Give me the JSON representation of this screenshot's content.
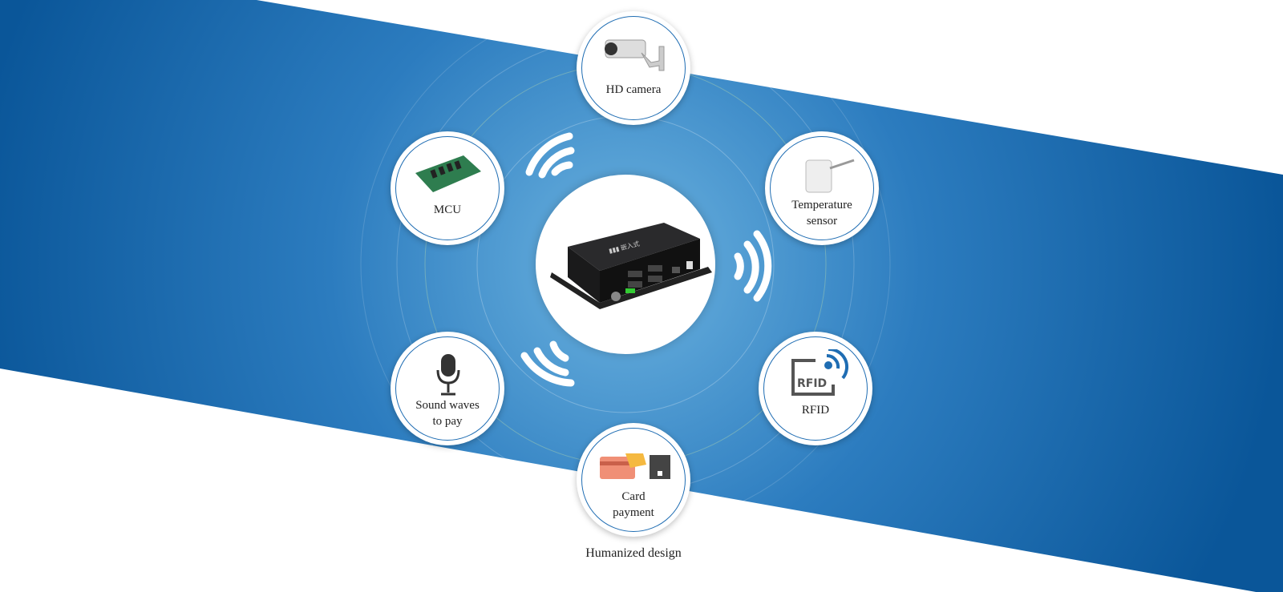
{
  "center": {
    "device": "serial-server-device"
  },
  "nodes": [
    {
      "id": "hd-camera",
      "label": "HD camera",
      "icon": "camera-icon"
    },
    {
      "id": "mcu",
      "label": "MCU",
      "icon": "circuit-board-icon"
    },
    {
      "id": "temperature-sensor",
      "label_line1": "Temperature",
      "label_line2": "sensor",
      "icon": "temperature-sensor-icon"
    },
    {
      "id": "sound-waves",
      "label_line1": "Sound waves",
      "label_line2": "to pay",
      "icon": "microphone-icon"
    },
    {
      "id": "rfid",
      "label": "RFID",
      "icon_text": "RFID",
      "icon": "rfid-icon"
    },
    {
      "id": "card-payment",
      "label_line1": "Card",
      "label_line2": "payment",
      "icon": "card-payment-icon"
    }
  ],
  "caption": "Humanized design",
  "colors": {
    "band_light": "#6cb3e0",
    "band_dark": "#0a5699",
    "ring": "#1f6db3"
  }
}
